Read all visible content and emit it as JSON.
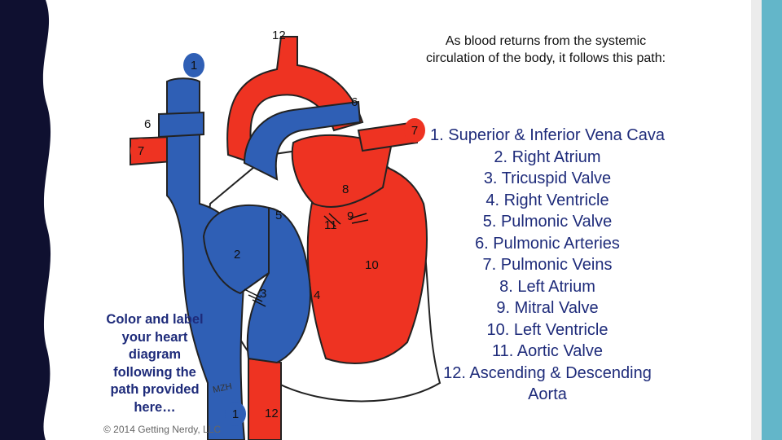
{
  "colors": {
    "dark_band": "#0f1030",
    "accent_bar": "#63b6c9",
    "blue": "#2f5fb5",
    "red": "#ee3322",
    "list_text": "#1e2b7a"
  },
  "diagram_labels": {
    "aorta_top": "12",
    "vena_cava_top": "1",
    "pulmonic_artery_right": "6",
    "pulmonic_artery_left": "6",
    "pulmonic_vein_right": "7",
    "pulmonic_vein_left": "7",
    "left_atrium": "8",
    "mitral_valve": "9",
    "aortic_valve": "11",
    "pulmonic_valve": "5",
    "right_atrium": "2",
    "left_ventricle": "10",
    "tricuspid_valve": "3",
    "right_ventricle": "4",
    "vena_cava_bottom": "1",
    "aorta_bottom": "12"
  },
  "intro_text": "As blood returns from the systemic circulation of the body, it follows this path:",
  "path_steps": [
    "1. Superior & Inferior Vena Cava",
    "2. Right Atrium",
    "3. Tricuspid Valve",
    "4. Right Ventricle",
    "5. Pulmonic Valve",
    "6. Pulmonic Arteries",
    "7. Pulmonic Veins",
    "8. Left Atrium",
    "9. Mitral Valve",
    "10. Left Ventricle",
    "11. Aortic Valve",
    "12. Ascending & Descending Aorta"
  ],
  "instruction": "Color and label your heart diagram following the path provided here…",
  "signature": "MZH",
  "copyright": "© 2014 Getting Nerdy, LLC"
}
